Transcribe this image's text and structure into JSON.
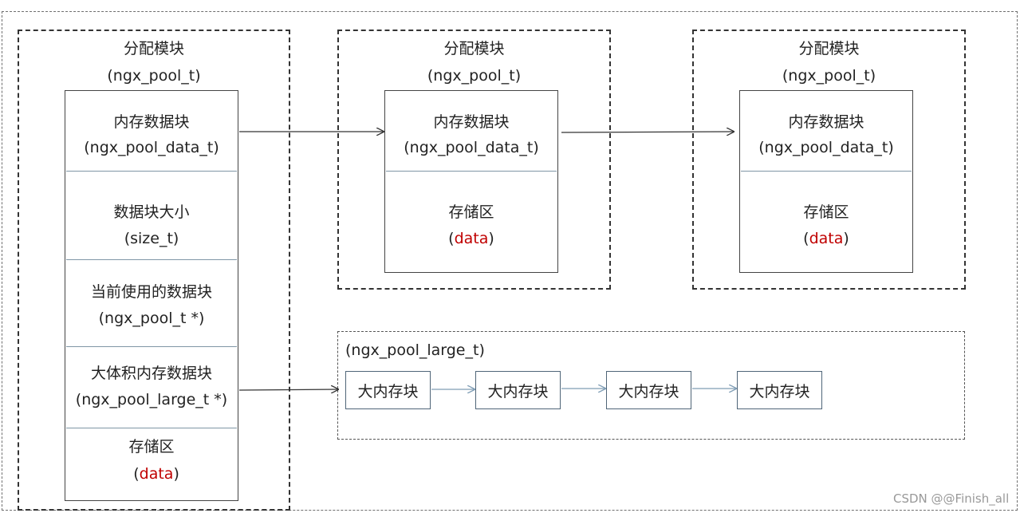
{
  "pool_title": "分配模块",
  "pool_type": "(ngx_pool_t)",
  "left_pool": {
    "sections": [
      {
        "line1": "内存数据块",
        "line2": "(ngx_pool_data_t)"
      },
      {
        "line1": "数据块大小",
        "line2": "(size_t)"
      },
      {
        "line1": "当前使用的数据块",
        "line2": "(ngx_pool_t *)"
      },
      {
        "line1": "大体积内存数据块",
        "line2": "(ngx_pool_large_t *)"
      }
    ],
    "storage": {
      "label": "存储区",
      "paren_open": "(",
      "data": "data",
      "paren_close": ")"
    }
  },
  "mid_pool": {
    "data_block": {
      "line1": "内存数据块",
      "line2": "(ngx_pool_data_t)"
    },
    "storage": {
      "label": "存储区",
      "paren_open": "(",
      "data": "data",
      "paren_close": ")"
    }
  },
  "right_pool": {
    "data_block": {
      "line1": "内存数据块",
      "line2": "(ngx_pool_data_t)"
    },
    "storage": {
      "label": "存储区",
      "paren_open": "(",
      "data": "data",
      "paren_close": ")"
    }
  },
  "large_list": {
    "type_label": "(ngx_pool_large_t)",
    "chunks": [
      "大内存块",
      "大内存块",
      "大内存块",
      "大内存块"
    ]
  },
  "watermark": "CSDN @@Finish_all",
  "colors": {
    "data_text": "#c00000",
    "divider": "#7f96a6",
    "blue_arrow": "#7f9db5"
  }
}
